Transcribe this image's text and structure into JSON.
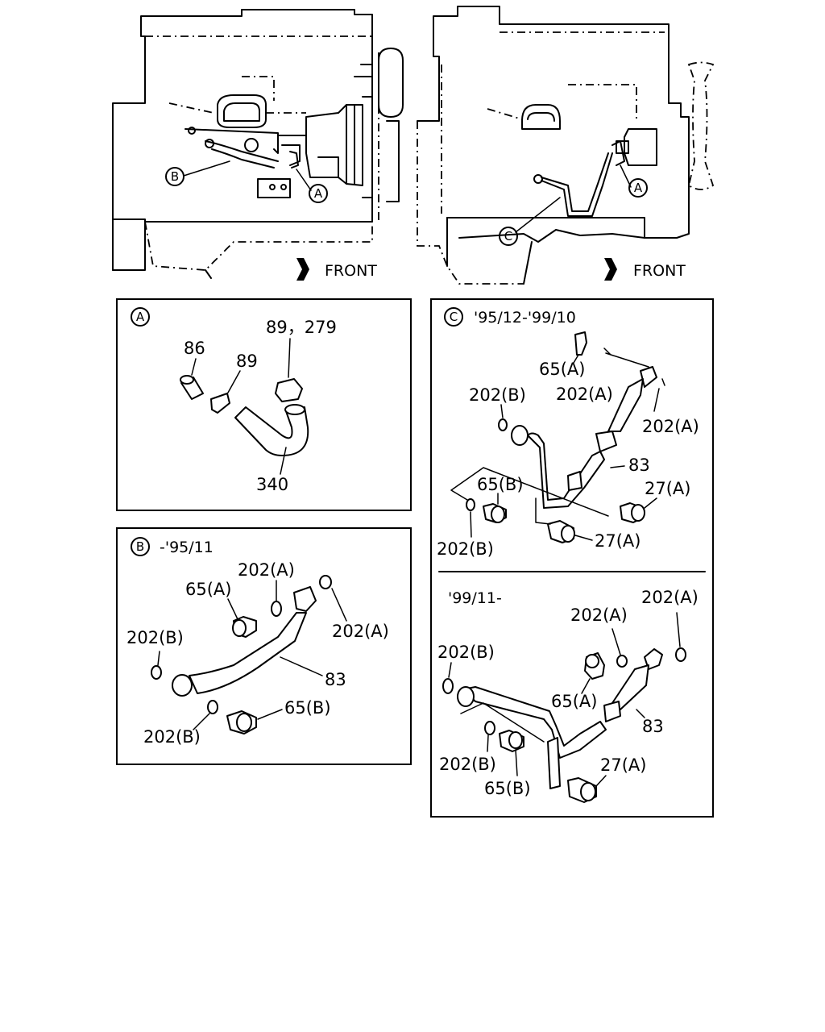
{
  "callouts": {
    "A": "A",
    "B": "B",
    "C": "C"
  },
  "overview": {
    "front_label": "FRONT"
  },
  "panel_a": {
    "labels": {
      "p86": "86",
      "p89": "89",
      "p89_279": "89，279",
      "p340": "340"
    }
  },
  "panel_b": {
    "date_range": "-'95/11",
    "labels": {
      "p65a": "65(A)",
      "p202a_1": "202(A)",
      "p202a_2": "202(A)",
      "p202b_1": "202(B)",
      "p202b_2": "202(B)",
      "p83": "83",
      "p65b": "65(B)"
    }
  },
  "panel_c": {
    "date_range_top": "'95/12-'99/10",
    "date_range_bottom": "'99/11-",
    "top_labels": {
      "p65a": "65(A)",
      "p202a_1": "202(A)",
      "p202a_2": "202(A)",
      "p202b_1": "202(B)",
      "p202b_2": "202(B)",
      "p83": "83",
      "p65b": "65(B)",
      "p27a_1": "27(A)",
      "p27a_2": "27(A)"
    },
    "bottom_labels": {
      "p202a_1": "202(A)",
      "p202a_2": "202(A)",
      "p202b_1": "202(B)",
      "p202b_2": "202(B)",
      "p65a": "65(A)",
      "p83": "83",
      "p65b": "65(B)",
      "p27a": "27(A)"
    }
  }
}
